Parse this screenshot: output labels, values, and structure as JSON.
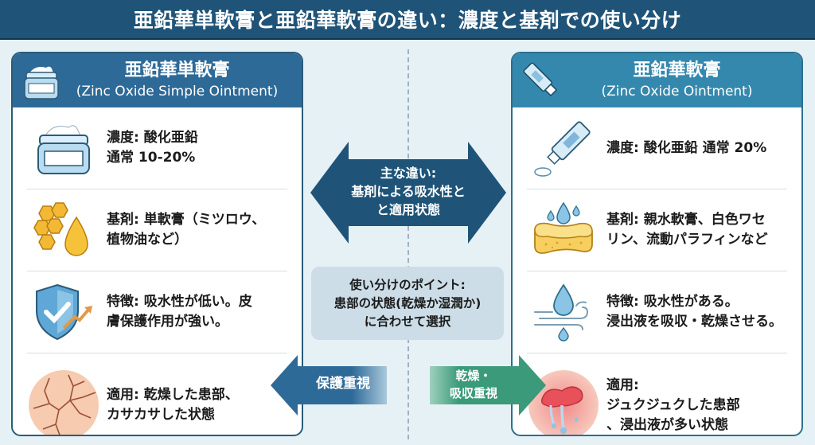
{
  "title": "亜鉛華単軟膏と亜鉛華軟膏の違い：濃度と基剤での使い分け",
  "colors": {
    "title_bg": "#1f5478",
    "left_header": "#2e6a98",
    "right_header": "#3588ad",
    "center_arrow": "#1f5478",
    "left_tag": "#2e6a98",
    "right_tag": "#3a9a7a",
    "background": "#e6f1f5"
  },
  "left_card": {
    "title_jp": "亜鉛華単軟膏",
    "title_en": "(Zinc Oxide Simple Ointment)",
    "header_icon": "ointment-jar-icon",
    "rows": [
      {
        "icon": "ointment-jar-icon",
        "lines": [
          "濃度: 酸化亜鉛",
          "通常 10-20%"
        ]
      },
      {
        "icon": "honeycomb-oil-drop-icon",
        "lines": [
          "基剤: 単軟膏（ミツロウ、",
          "植物油など）"
        ]
      },
      {
        "icon": "shield-check-icon",
        "lines": [
          "特徴: 吸水性が低い。皮",
          "膚保護作用が強い。"
        ]
      },
      {
        "icon": "cracked-skin-icon",
        "lines": [
          "適用: 乾燥した患部、",
          "カサカサした状態"
        ]
      }
    ]
  },
  "right_card": {
    "title_jp": "亜鉛華軟膏",
    "title_en": "(Zinc Oxide Ointment)",
    "header_icon": "ointment-tube-icon",
    "rows": [
      {
        "icon": "ointment-tube-icon",
        "lines": [
          "濃度: 酸化亜鉛 通常 20%"
        ]
      },
      {
        "icon": "sponge-water-drops-icon",
        "lines": [
          "基剤: 親水軟膏、白色ワセ",
          "リン、流動パラフィンなど"
        ]
      },
      {
        "icon": "water-drop-wind-icon",
        "lines": [
          "特徴: 吸水性がある。",
          "浸出液を吸収・乾燥させる。"
        ]
      },
      {
        "icon": "oozing-wound-icon",
        "lines": [
          "適用:",
          "ジュクジュクした患部",
          "、浸出液が多い状態"
        ]
      }
    ]
  },
  "center": {
    "main_difference": [
      "主な違い:",
      "基剤による吸水性と",
      "と適用状態"
    ],
    "point": [
      "使い分けのポイント:",
      "患部の状態(乾燥か湿潤か)",
      "に合わせて選択"
    ],
    "left_tag": [
      "保護重視"
    ],
    "right_tag": [
      "乾燥・",
      "吸収重視"
    ]
  }
}
